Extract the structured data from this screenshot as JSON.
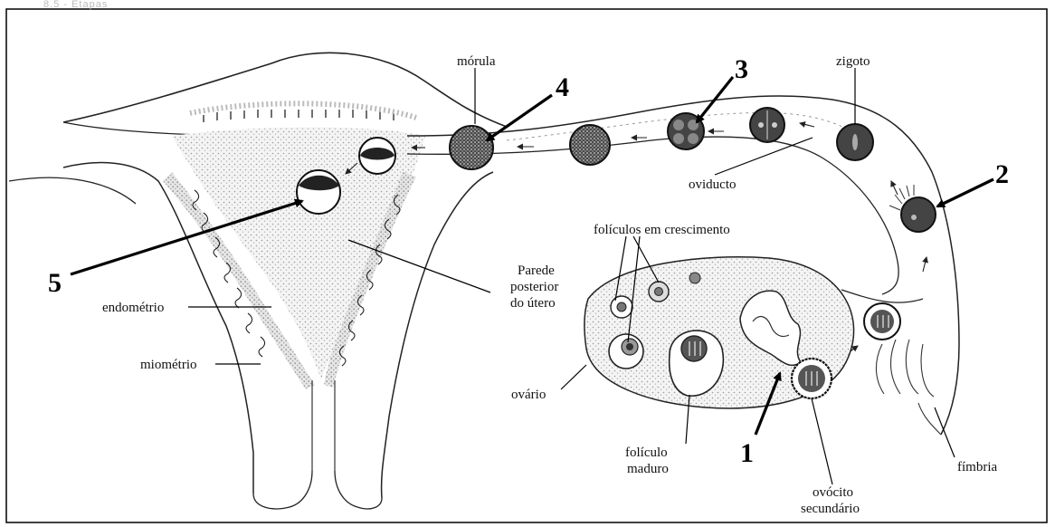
{
  "header_text": "8.5 - Etapas",
  "labels": {
    "morula": "mórula",
    "zigoto": "zigoto",
    "oviducto": "oviducto",
    "foliculos": "folículos em crescimento",
    "parede": [
      "Parede",
      "posterior",
      "do útero"
    ],
    "endometrio": "endométrio",
    "miometrio": "miométrio",
    "ovario": "ovário",
    "foliculo_maduro": [
      "folículo",
      "maduro"
    ],
    "ovocito": [
      "ovócito",
      "secundário"
    ],
    "fimbria": "fímbria"
  },
  "numbers": {
    "n1": "1",
    "n2": "2",
    "n3": "3",
    "n4": "4",
    "n5": "5"
  },
  "colors": {
    "ink": "#111111",
    "stipple": "#d6d6d6",
    "cell_fill": "#3a3a3a",
    "frame": "#000000"
  }
}
